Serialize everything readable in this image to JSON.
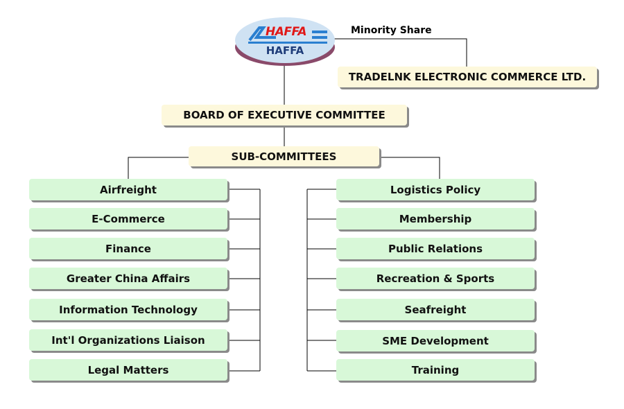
{
  "logo": {
    "mark": "HAFFA",
    "name": "HAFFA"
  },
  "minority_label": "Minority  Share",
  "tradelink": "TRADELNK ELECTRONIC COMMERCE LTD.",
  "board": "BOARD OF EXECUTIVE COMMITTEE",
  "sub": "SUB-COMMITTEES",
  "left": [
    "Airfreight",
    "E-Commerce",
    "Finance",
    "Greater China Affairs",
    "Information  Technology",
    "Int'l Organizations Liaison",
    "Legal Matters"
  ],
  "right": [
    "Logistics  Policy",
    "Membership",
    "Public Relations",
    "Recreation & Sports",
    "Seafreight",
    "SME Development",
    "Training"
  ],
  "colors": {
    "box_green": "#d8f8d8",
    "box_cream": "#fdf8dc",
    "logo_blue": "#1f3d7a",
    "logo_red": "#e01818"
  }
}
